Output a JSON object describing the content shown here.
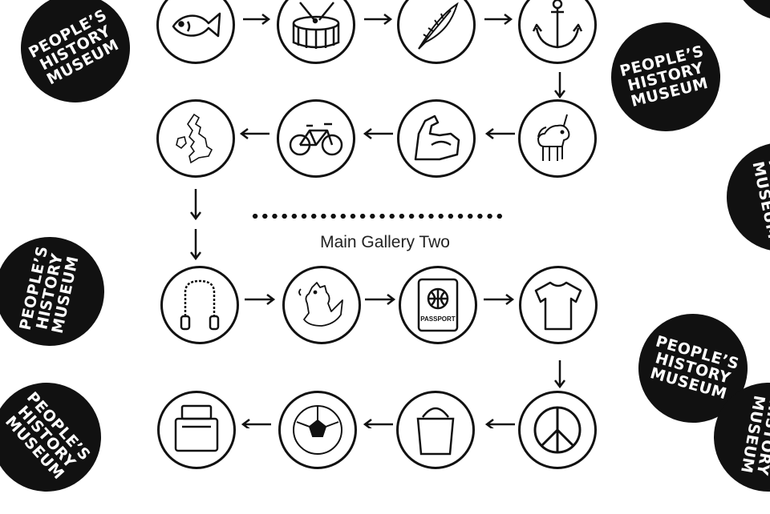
{
  "section_title": "Main Gallery Two",
  "logo": {
    "line1": "PEOPLE’S",
    "line2": "HISTORY",
    "line3": "MUSEUM"
  },
  "passport_label": "PASSPORT",
  "colors": {
    "ink": "#111111",
    "background": "#ffffff"
  },
  "trail_row1": [
    "fish-icon",
    "drum-icon",
    "quill-feather-icon",
    "anchor-icon"
  ],
  "trail_row2": [
    "britain-map-icon",
    "bicycle-icon",
    "flexed-arm-icon",
    "unicorn-icon"
  ],
  "trail_row3": [
    "skipping-rope-icon",
    "dragon-icon",
    "passport-icon",
    "tshirt-icon"
  ],
  "trail_row4": [
    "cash-register-icon",
    "football-icon",
    "bucket-icon",
    "peace-symbol-icon"
  ]
}
